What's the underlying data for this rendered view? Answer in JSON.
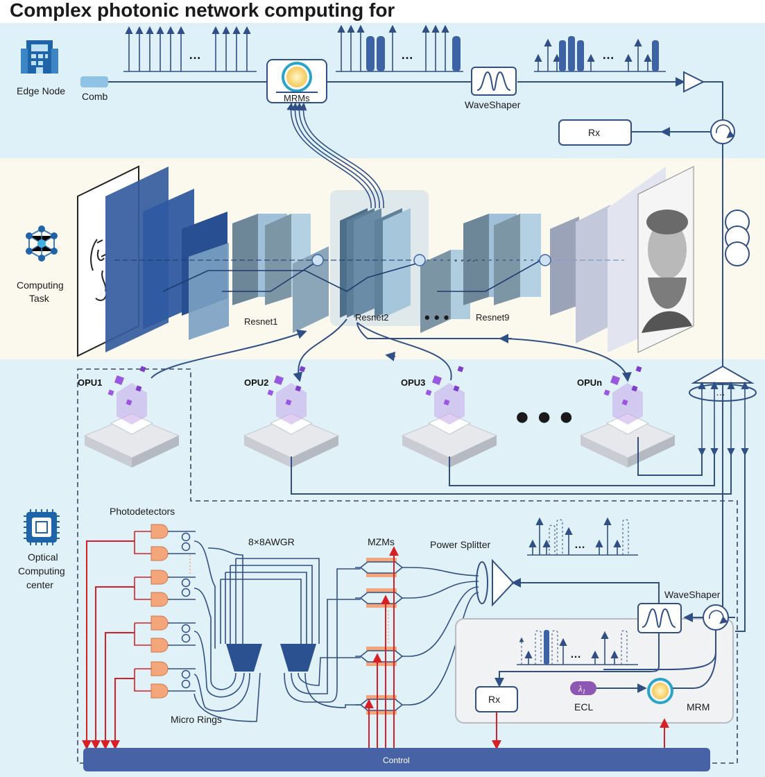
{
  "title": "Complex photonic network computing for",
  "edge": {
    "node_label": "Edge Node",
    "comb_label": "Comb",
    "mrms_label": "MRMs",
    "waveshaper_label": "WaveShaper",
    "rx_label": "Rx"
  },
  "task": {
    "label_line1": "Computing",
    "label_line2": "Task",
    "resnet1": "Resnet1",
    "resnet2": "Resnet2",
    "resnet9": "Resnet9"
  },
  "opus": [
    "OPU1",
    "OPU2",
    "OPU3",
    "OPUn"
  ],
  "center": {
    "label_line1": "Optical",
    "label_line2": "Computing",
    "label_line3": "center",
    "photodetectors": "Photodetectors",
    "awgr": "8×8AWGR",
    "mzms": "MZMs",
    "power_splitter": "Power Splitter",
    "waveshaper": "WaveShaper",
    "micro_rings": "Micro Rings",
    "rx": "Rx",
    "ecl": "ECL",
    "lambda": "λ",
    "lambda_sub": "1",
    "mrm": "MRM",
    "control": "Control"
  },
  "colors": {
    "edge_band": "#dff1f8",
    "task_band": "#fbf8ee",
    "center_band": "#e1f1f8",
    "line": "#2f4f86",
    "bar": "#3d63a4",
    "control": "#4763a6",
    "pd": "#f4a579",
    "red": "#d81f26",
    "ecl": "#8c58b3"
  }
}
